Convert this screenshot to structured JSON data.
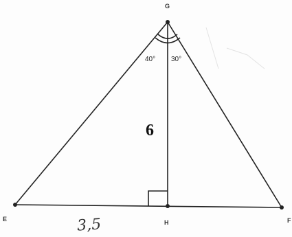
{
  "diagram": {
    "vertices": {
      "g": "G",
      "e": "E",
      "h": "H",
      "f": "F"
    },
    "angles": {
      "left": "40°",
      "right": "30°"
    },
    "height_label": "6",
    "handwritten_base": "3,5"
  }
}
